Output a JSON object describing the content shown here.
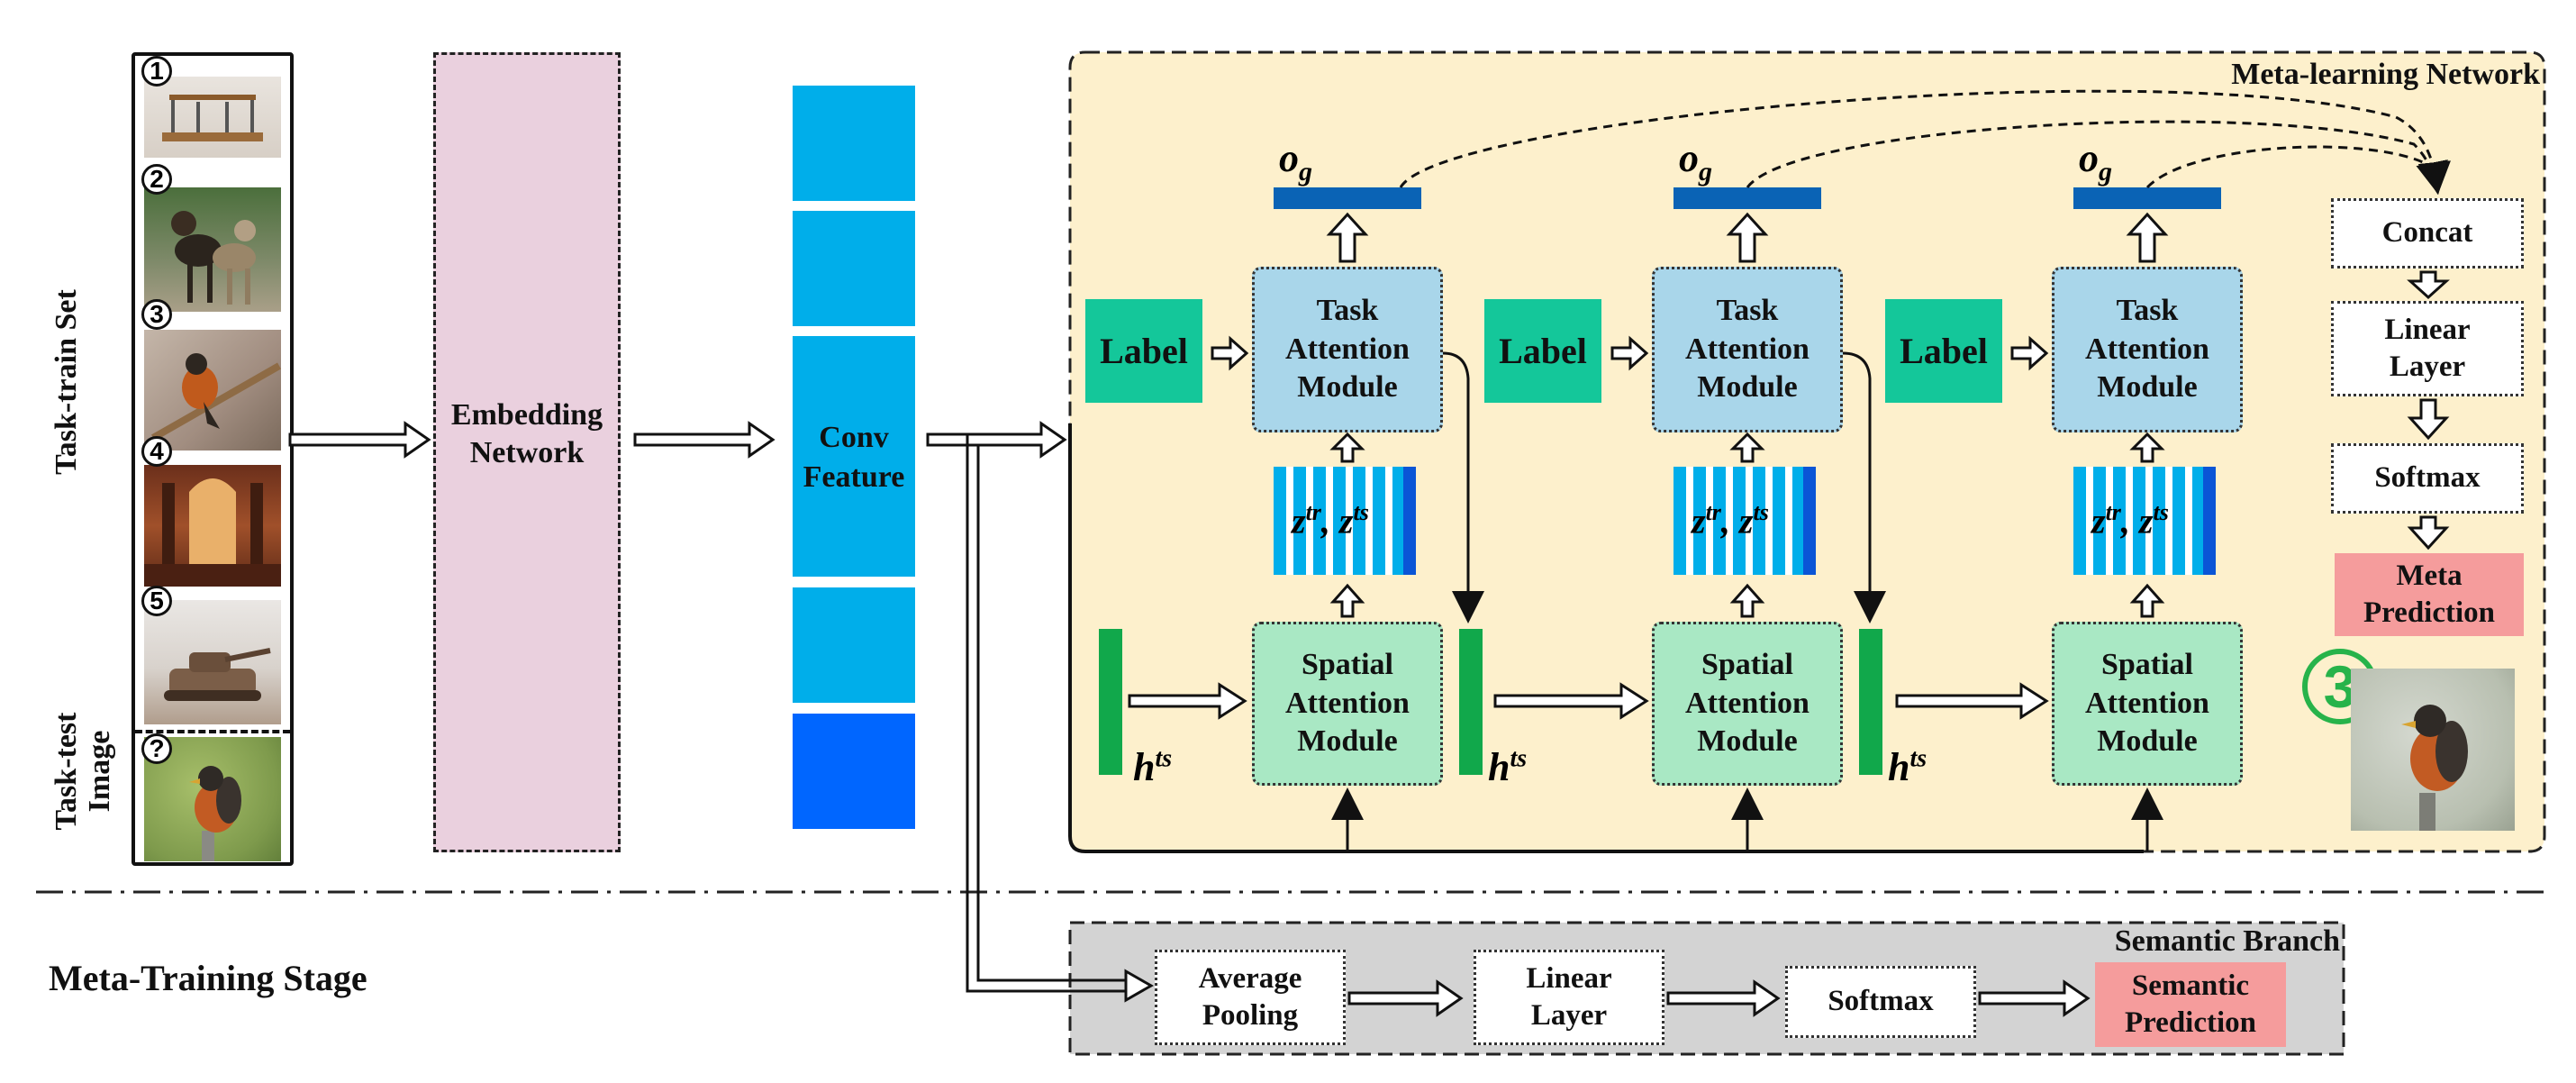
{
  "support_set": {
    "train_label": "Task-train Set",
    "test_label": "Task-test Image",
    "items": [
      {
        "marker": "1",
        "scene": "parallel-bars"
      },
      {
        "marker": "2",
        "scene": "dogs"
      },
      {
        "marker": "3",
        "scene": "bird-on-branch"
      },
      {
        "marker": "4",
        "scene": "hall-interior"
      },
      {
        "marker": "5",
        "scene": "tank"
      }
    ],
    "query_marker": "?"
  },
  "embedding": {
    "label": "Embedding Network"
  },
  "conv_feature": {
    "label": "Conv Feature"
  },
  "meta_network": {
    "title": "Meta-learning Network",
    "steps": [
      {
        "label": "Label",
        "task_attention": "Task Attention Module",
        "spatial_attention": "Spatial Attention Module",
        "output": "o",
        "output_sub": "g",
        "feature_main": "z",
        "feature_sup1": "tr",
        "feature_sep": ", ",
        "feature_sup2": "ts",
        "hidden": "h",
        "hidden_sup": "ts"
      },
      {
        "label": "Label",
        "task_attention": "Task Attention Module",
        "spatial_attention": "Spatial Attention Module",
        "output": "o",
        "output_sub": "g",
        "feature_main": "z",
        "feature_sup1": "tr",
        "feature_sep": ", ",
        "feature_sup2": "ts",
        "hidden": "h",
        "hidden_sup": "ts"
      },
      {
        "label": "Label",
        "task_attention": "Task Attention Module",
        "spatial_attention": "Spatial Attention Module",
        "output": "o",
        "output_sub": "g",
        "feature_main": "z",
        "feature_sup1": "tr",
        "feature_sep": ", ",
        "feature_sup2": "ts",
        "hidden": "h",
        "hidden_sup": "ts"
      }
    ],
    "concat": "Concat",
    "linear": "Linear Layer",
    "softmax": "Softmax",
    "prediction": "Meta Prediction",
    "result_marker": "3"
  },
  "semantic_branch": {
    "title": "Semantic Branch",
    "avg_pool": "Average Pooling",
    "linear": "Linear Layer",
    "softmax": "Softmax",
    "prediction": "Semantic Prediction"
  },
  "stage_label": "Meta-Training Stage",
  "colors": {
    "meta_bg": "#fdf0cc",
    "semantic_bg": "#d3d3d3",
    "embedding_bg": "#ead0de",
    "conv_block": "#00aeea",
    "conv_block_last": "#0066ff",
    "label_green": "#14c79a",
    "task_attention": "#a9d6ea",
    "spatial_attention": "#a9e8c4",
    "hidden_bar": "#11a84b",
    "output_bar": "#0a63b5",
    "prediction_pink": "#f59c9c",
    "marker_green": "#27b34a"
  }
}
